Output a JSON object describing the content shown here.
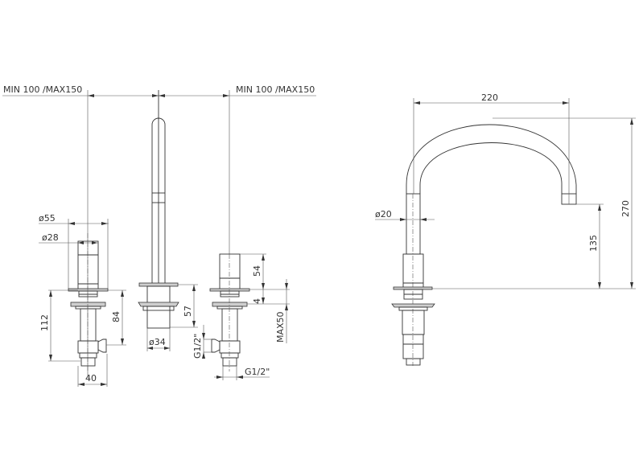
{
  "drawing": {
    "title": "Three-hole deck-mounted basin mixer technical drawing",
    "front_view": {
      "labels": {
        "spacing_left": "MIN 100 /MAX150",
        "spacing_right": "MIN 100 /MAX150",
        "handle_diameter_outer": "ø55",
        "handle_diameter_inner": "ø28",
        "height_112": "112",
        "height_84": "84",
        "width_40": "40",
        "spout_base_diameter": "ø34",
        "spout_base_height": "57",
        "handle_height_54": "54",
        "gap_4": "4",
        "deck_thickness": "MAX50",
        "inlet_side": "G1/2\"",
        "inlet_bottom": "G1/2\""
      }
    },
    "side_view": {
      "labels": {
        "spout_reach": "220",
        "overall_height": "270",
        "spout_outlet_height": "135",
        "spout_diameter": "ø20"
      }
    },
    "colors": {
      "line": "#333333",
      "background": "#ffffff"
    }
  }
}
